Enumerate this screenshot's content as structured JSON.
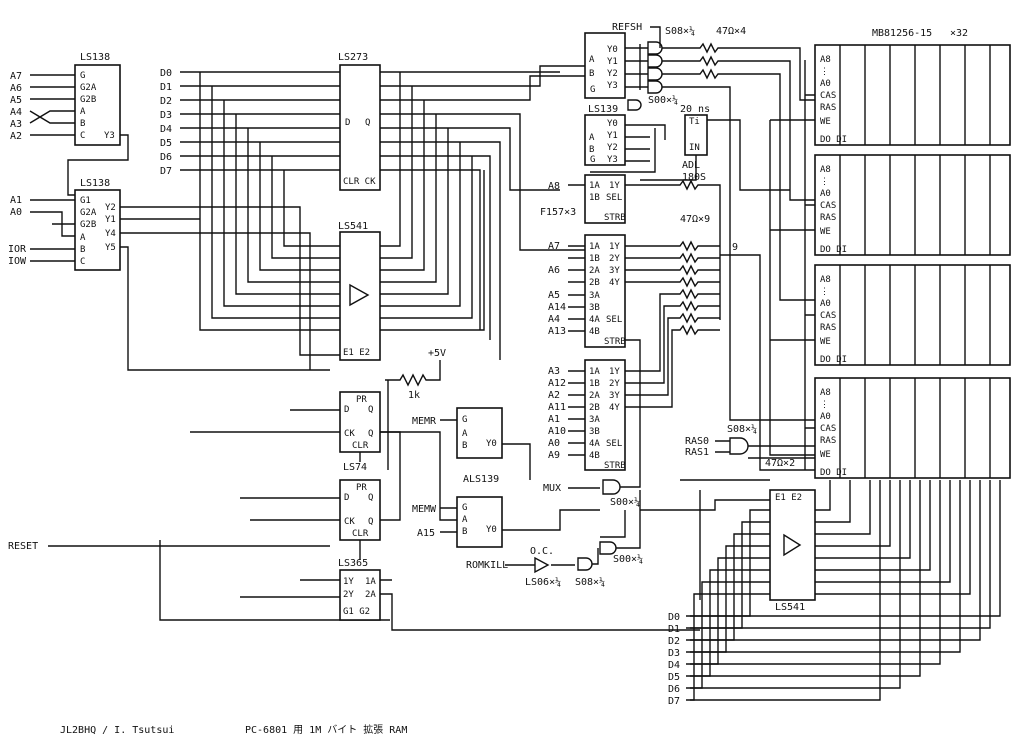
{
  "footer": {
    "author": "JL2BHQ / I. Tsutsui",
    "title": "PC-6801 用 1M バイト 拡張 RAM"
  },
  "chips": {
    "ls138_top": "LS138",
    "ls138_mid": "LS138",
    "ls273": "LS273",
    "ls541_left": "LS541",
    "ls541_right": "LS541",
    "ls74": "LS74",
    "ls365": "LS365",
    "ls139_top": "LS139",
    "als139": "ALS139",
    "f157": "F157×3",
    "mb81256": "MB81256-15",
    "mb81256_count": "×32",
    "adl": "ADL",
    "adl_delay": "180S",
    "delay_20ns": "20 ns"
  },
  "parts": {
    "s08_top": "S08×¼",
    "r_top": "47Ω×4",
    "s00_top": "S00×¼",
    "r_mid": "47Ω×9",
    "nine": "9",
    "s08_ras": "S08×¼",
    "r_bot": "47Ω×2",
    "s00_bot": "S00×¼",
    "s00_low": "S00×¼",
    "ls06": "LS06×¼",
    "s08_low": "S08×¼",
    "oc": "O.C.",
    "r1k": "1k",
    "vcc": "+5V"
  },
  "signals": {
    "refsh": "REFSH",
    "a7": "A7",
    "a6": "A6",
    "a5": "A5",
    "a4": "A4",
    "a3": "A3",
    "a2": "A2",
    "a1": "A1",
    "a0": "A0",
    "ior": "IOR",
    "iow": "IOW",
    "reset": "RESET",
    "memr": "MEMR",
    "memw": "MEMW",
    "a15": "A15",
    "mux": "MUX",
    "romkill": "ROMKILL",
    "ras0": "RAS0",
    "ras1": "RAS1",
    "d": [
      "D0",
      "D1",
      "D2",
      "D3",
      "D4",
      "D5",
      "D6",
      "D7"
    ],
    "mux_a": [
      "A8",
      "A7",
      "A6",
      "A5",
      "A14",
      "A4",
      "A13",
      "A3",
      "A12",
      "A2",
      "A11",
      "A1",
      "A10",
      "A0",
      "A9"
    ]
  }
}
